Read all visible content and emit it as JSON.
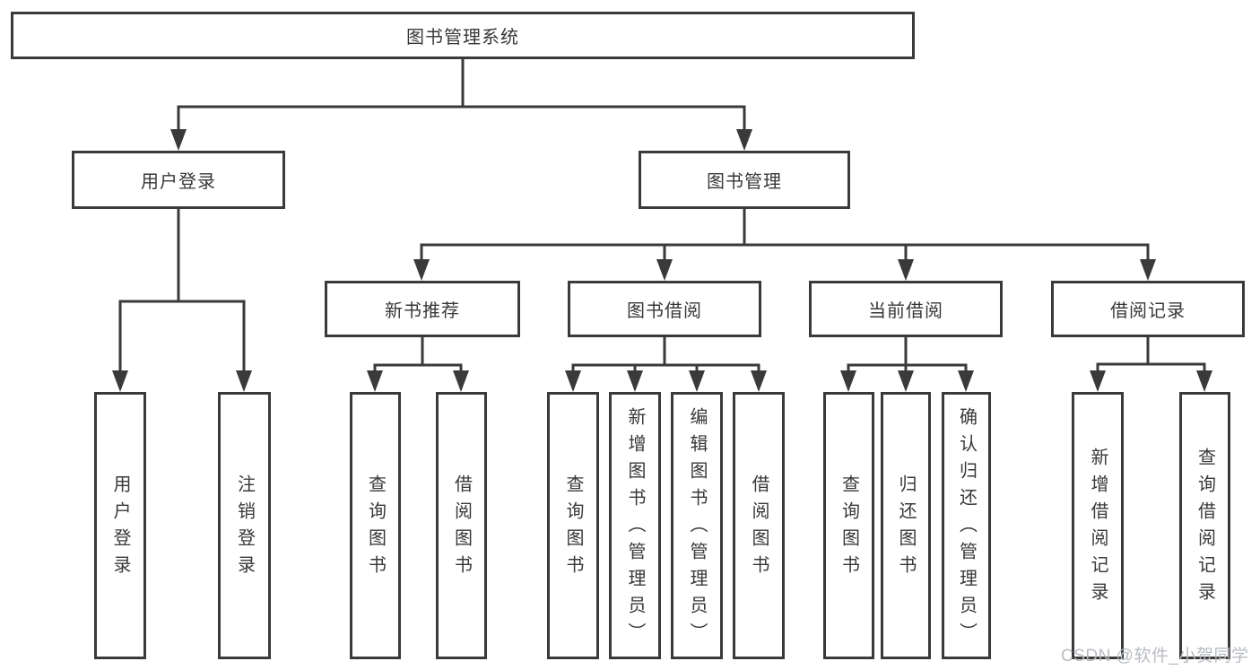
{
  "diagram": {
    "root": {
      "label": "图书管理系统"
    },
    "level2": [
      {
        "label": "用户登录"
      },
      {
        "label": "图书管理"
      }
    ],
    "level3": [
      {
        "label": "新书推荐"
      },
      {
        "label": "图书借阅"
      },
      {
        "label": "当前借阅"
      },
      {
        "label": "借阅记录"
      }
    ],
    "leafGroups": [
      {
        "parent": "用户登录",
        "children": [
          {
            "label": "用户登录"
          },
          {
            "label": "注销登录"
          }
        ]
      },
      {
        "parent": "新书推荐",
        "children": [
          {
            "label": "查询图书"
          },
          {
            "label": "借阅图书"
          }
        ]
      },
      {
        "parent": "图书借阅",
        "children": [
          {
            "label": "查询图书"
          },
          {
            "label": "新增图书（管理员）"
          },
          {
            "label": "编辑图书（管理员）"
          },
          {
            "label": "借阅图书"
          }
        ]
      },
      {
        "parent": "当前借阅",
        "children": [
          {
            "label": "查询图书"
          },
          {
            "label": "归还图书"
          },
          {
            "label": "确认归还（管理员）"
          }
        ]
      },
      {
        "parent": "借阅记录",
        "children": [
          {
            "label": "新增借阅记录"
          },
          {
            "label": "查询借阅记录"
          }
        ]
      }
    ]
  },
  "watermark": {
    "text": "CSDN @软件_小贺同学"
  },
  "colors": {
    "line": "#3a3a3a",
    "text": "#383838",
    "background": "#ffffff",
    "watermark": "#b5b9be"
  }
}
